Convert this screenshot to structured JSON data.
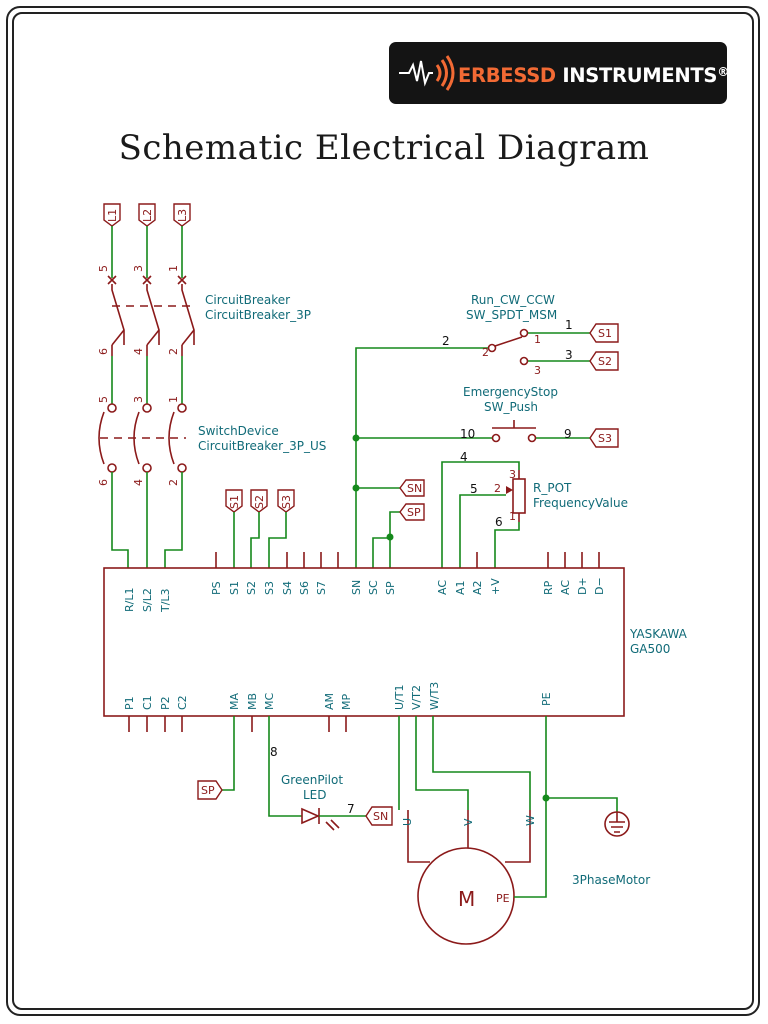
{
  "brand": {
    "name_red": "ERBESSD",
    "name_white": " INSTRUMENTS",
    "reg": "®",
    "logo_icon": "signal-wave-icon"
  },
  "title": "Schematic Electrical Diagram",
  "supply": [
    "L1",
    "L2",
    "L3"
  ],
  "breaker": {
    "name": "CircuitBreaker",
    "type": "CircuitBreaker_3P",
    "pins_top": [
      "5",
      "3",
      "1"
    ],
    "pins_bot": [
      "6",
      "4",
      "2"
    ]
  },
  "switch_device": {
    "name": "SwitchDevice",
    "type": "CircuitBreaker_3P_US",
    "pins_top": [
      "5",
      "3",
      "1"
    ],
    "pins_bot": [
      "6",
      "4",
      "2"
    ]
  },
  "run_switch": {
    "name": "Run_CW_CCW",
    "type": "SW_SPDT_MSM",
    "pin1": "1",
    "pin2": "2",
    "pin3": "3"
  },
  "estop": {
    "name": "EmergencyStop",
    "type": "SW_Push"
  },
  "pot": {
    "name": "R_POT",
    "type": "FrequencyValue",
    "pin1": "1",
    "pin2": "2",
    "pin3": "3"
  },
  "nets": {
    "n1": "1",
    "n2": "2",
    "n3": "3",
    "n4": "4",
    "n5": "5",
    "n6": "6",
    "n7": "7",
    "n8": "8",
    "n9": "9",
    "n10": "10"
  },
  "net_labels": {
    "s1": "S1",
    "s2": "S2",
    "s3": "S3",
    "sn": "SN",
    "sp": "SP"
  },
  "drive": {
    "name": "YASKAWA",
    "model": "GA500",
    "top_pins": [
      "R/L1",
      "S/L2",
      "T/L3",
      "PS",
      "S1",
      "S2",
      "S3",
      "S4",
      "S6",
      "S7",
      "SN",
      "SC",
      "SP",
      "AC",
      "A1",
      "A2",
      "+V",
      "RP",
      "AC",
      "D+",
      "D−"
    ],
    "bottom_pins": [
      "P1",
      "C1",
      "P2",
      "C2",
      "MA",
      "MB",
      "MC",
      "AM",
      "MP",
      "U/T1",
      "V/T2",
      "W/T3",
      "PE"
    ]
  },
  "led": {
    "name": "GreenPilot",
    "type": "LED"
  },
  "motor": {
    "name": "3PhaseMotor",
    "symbol": "M",
    "pe": "PE",
    "pins": [
      "U",
      "V",
      "W"
    ]
  }
}
